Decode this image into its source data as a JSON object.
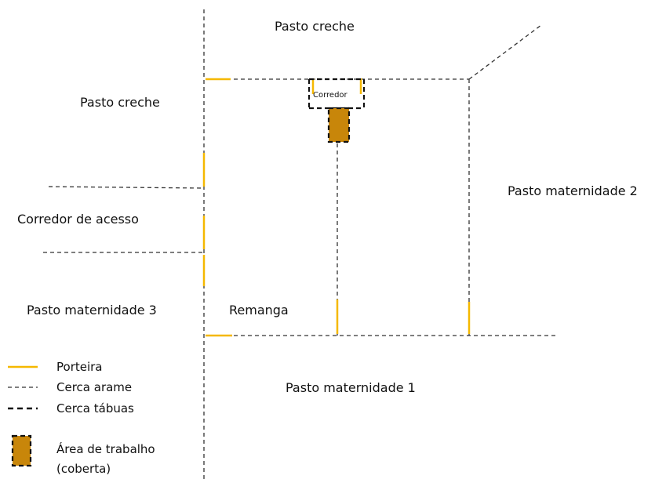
{
  "areas": {
    "pasto_creche_top": "Pasto creche",
    "pasto_creche_left": "Pasto creche",
    "corredor": "Corredor",
    "corredor_acesso": "Corredor de acesso",
    "pasto_maternidade_2": "Pasto maternidade 2",
    "pasto_maternidade_3": "Pasto maternidade 3",
    "remanga": "Remanga",
    "pasto_maternidade_1": "Pasto maternidade 1"
  },
  "legend": {
    "porteira": "Porteira",
    "cerca_arame": "Cerca arame",
    "cerca_tabuas": "Cerca tábuas",
    "area_trabalho_1": "Área de trabalho",
    "area_trabalho_2": "(coberta)"
  },
  "colors": {
    "porteira": "#f5b800",
    "area_trabalho": "#c8860a",
    "fence": "#222222"
  }
}
